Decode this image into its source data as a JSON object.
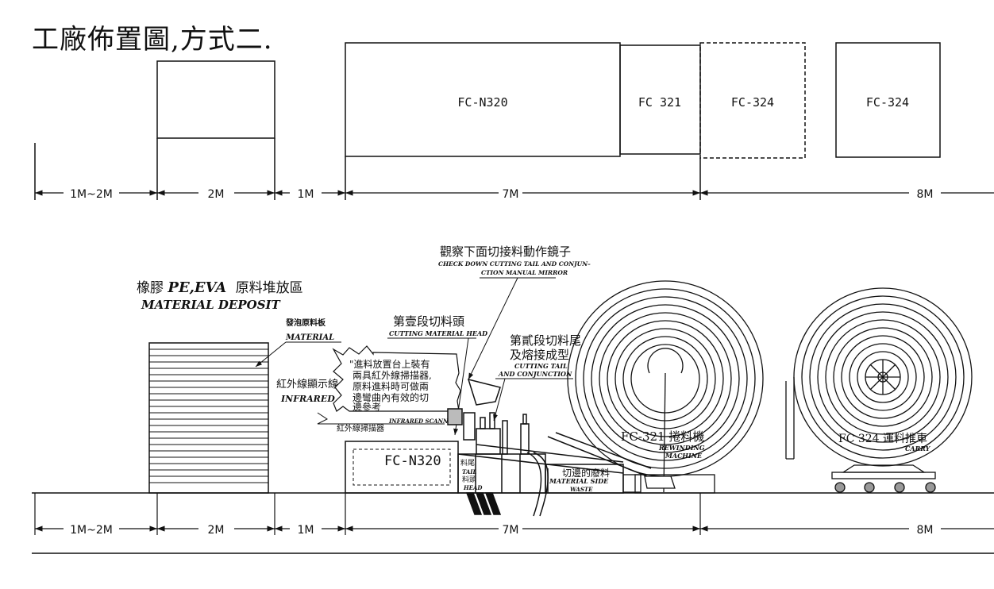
{
  "title": "工廠佈置圖,方式二.",
  "top_view": {
    "box_1": "FC-N320",
    "box_2": "FC 321",
    "box_3": "FC-324",
    "box_4": "FC-324"
  },
  "dimensions": [
    "1M~2M",
    "2M",
    "1M",
    "7M",
    "8M"
  ],
  "callouts": {
    "mirror_zh": "觀察下面切接料動作鏡子",
    "mirror_en_1": "CHECK DOWN CUTTING TAIL AND CONJUN–",
    "mirror_en_2": "CTION MANUAL MIRROR",
    "deposit_zh_prefix": "橡膠",
    "deposit_zh_mid": "PE,EVA",
    "deposit_zh_suffix": "原料堆放區",
    "deposit_en": "MATERIAL DEPOSIT",
    "material_zh": "發泡原料板",
    "material_en": "MATERIAL",
    "infrared_zh": "紅外線顯示線",
    "infrared_en": "INFRARED",
    "note_1": "\"進料放置台上裝有",
    "note_2": "兩具紅外線掃描器,",
    "note_3": "原料進料時可做兩",
    "note_4": "邊彎曲內有效的切",
    "note_5": "邊參考",
    "scanner_zh": "紅外線掃描器",
    "scanner_en": "INFRARED SCANNER",
    "head_zh": "第壹段切料頭",
    "head_en": "CUTTING MATERIAL HEAD",
    "tail_zh_1": "第貳段切料尾",
    "tail_zh_2": "及熔接成型",
    "tail_en_1": "CUTTING TAIL",
    "tail_en_2": "AND CONJUNCTION",
    "machine_label": "FC-N320",
    "tail_small_zh": "料尾",
    "tail_small_en": "TAIL",
    "head_small_zh": "料頭",
    "head_small_en": "HEAD",
    "waste_zh": "切邊的廢料",
    "waste_en_1": "MATERIAL SIDE",
    "waste_en_2": "WASTE",
    "rewind_zh": "FC-321 捲料機",
    "rewind_en_1": "REWINDING",
    "rewind_en_2": "MACHINE",
    "carry_zh": "FC 324 運料推車",
    "carry_en": "CARRY"
  }
}
